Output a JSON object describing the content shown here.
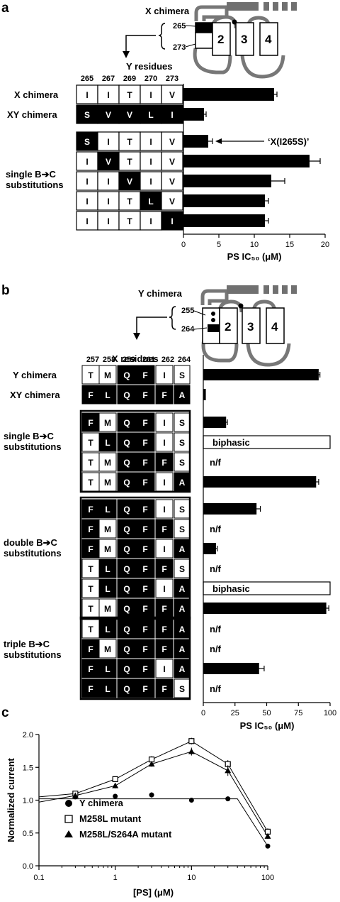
{
  "panels": {
    "a": "a",
    "b": "b",
    "c": "c"
  },
  "diagram_a": {
    "title": "X chimera",
    "residue_top": "265",
    "residue_bottom": "273",
    "domains": [
      "2",
      "3",
      "4"
    ],
    "arrow_label": "Y residues"
  },
  "diagram_b": {
    "title": "Y chimera",
    "residue_top": "255",
    "residue_bottom": "264",
    "domains": [
      "2",
      "3",
      "4"
    ],
    "arrow_label": "X residues"
  },
  "chart_data": [
    {
      "type": "bar",
      "panel": "a",
      "orientation": "horizontal",
      "residues": [
        "265",
        "267",
        "269",
        "270",
        "273"
      ],
      "rows": [
        {
          "cells": [
            "I",
            "I",
            "T",
            "I",
            "V"
          ],
          "dark": [
            false,
            false,
            false,
            false,
            false
          ],
          "value": 12.8,
          "error": 0.4,
          "note": ""
        },
        {
          "cells": [
            "S",
            "V",
            "V",
            "L",
            "I"
          ],
          "dark": [
            true,
            true,
            true,
            true,
            true
          ],
          "value": 2.9,
          "error": 0.3,
          "note": ""
        },
        {
          "cells": [
            "S",
            "I",
            "T",
            "I",
            "V"
          ],
          "dark": [
            true,
            false,
            false,
            false,
            false
          ],
          "value": 3.5,
          "error": 0.6,
          "note": "‘X(I265S)’"
        },
        {
          "cells": [
            "I",
            "V",
            "T",
            "I",
            "V"
          ],
          "dark": [
            false,
            true,
            false,
            false,
            false
          ],
          "value": 17.8,
          "error": 1.5,
          "note": ""
        },
        {
          "cells": [
            "I",
            "I",
            "V",
            "I",
            "V"
          ],
          "dark": [
            false,
            false,
            true,
            false,
            false
          ],
          "value": 12.4,
          "error": 1.9,
          "note": ""
        },
        {
          "cells": [
            "I",
            "I",
            "T",
            "L",
            "V"
          ],
          "dark": [
            false,
            false,
            false,
            true,
            false
          ],
          "value": 11.5,
          "error": 0.5,
          "note": ""
        },
        {
          "cells": [
            "I",
            "I",
            "T",
            "I",
            "I"
          ],
          "dark": [
            false,
            false,
            false,
            false,
            true
          ],
          "value": 11.5,
          "error": 0.5,
          "note": ""
        }
      ],
      "row_labels": [
        "X chimera",
        "XY chimera",
        "single B➔C",
        "substitutions"
      ],
      "xlabel": "PS IC₅₀ (μM)",
      "xlim": [
        0,
        20
      ],
      "xticks": [
        "0",
        "5",
        "10",
        "15",
        "20"
      ]
    },
    {
      "type": "bar",
      "panel": "b",
      "orientation": "horizontal",
      "residues": [
        "257",
        "258",
        "259",
        "261",
        "262",
        "264"
      ],
      "rows": [
        {
          "cells": [
            "T",
            "M",
            "Q",
            "F",
            "I",
            "S"
          ],
          "dark": [
            false,
            false,
            true,
            true,
            false,
            false
          ],
          "value": 91,
          "error": 1,
          "note": ""
        },
        {
          "cells": [
            "F",
            "L",
            "Q",
            "F",
            "F",
            "A"
          ],
          "dark": [
            true,
            true,
            true,
            true,
            true,
            true
          ],
          "value": 2,
          "error": 0,
          "note": ""
        },
        {
          "cells": [
            "F",
            "M",
            "Q",
            "F",
            "I",
            "S"
          ],
          "dark": [
            true,
            false,
            true,
            true,
            false,
            false
          ],
          "value": 18,
          "error": 1,
          "note": ""
        },
        {
          "cells": [
            "T",
            "L",
            "Q",
            "F",
            "I",
            "S"
          ],
          "dark": [
            false,
            true,
            true,
            true,
            false,
            false
          ],
          "value": null,
          "error": null,
          "note": "biphasic"
        },
        {
          "cells": [
            "T",
            "M",
            "Q",
            "F",
            "F",
            "S"
          ],
          "dark": [
            false,
            false,
            true,
            true,
            true,
            false
          ],
          "value": null,
          "error": null,
          "note": "n/f"
        },
        {
          "cells": [
            "T",
            "M",
            "Q",
            "F",
            "I",
            "A"
          ],
          "dark": [
            false,
            false,
            true,
            true,
            false,
            true
          ],
          "value": 89,
          "error": 2,
          "note": ""
        },
        {
          "cells": [
            "F",
            "L",
            "Q",
            "F",
            "I",
            "S"
          ],
          "dark": [
            true,
            true,
            true,
            true,
            false,
            false
          ],
          "value": 42,
          "error": 3,
          "note": ""
        },
        {
          "cells": [
            "F",
            "M",
            "Q",
            "F",
            "F",
            "S"
          ],
          "dark": [
            true,
            false,
            true,
            true,
            true,
            false
          ],
          "value": null,
          "error": null,
          "note": "n/f"
        },
        {
          "cells": [
            "F",
            "M",
            "Q",
            "F",
            "I",
            "A"
          ],
          "dark": [
            true,
            false,
            true,
            true,
            false,
            true
          ],
          "value": 10,
          "error": 1,
          "note": ""
        },
        {
          "cells": [
            "T",
            "L",
            "Q",
            "F",
            "F",
            "S"
          ],
          "dark": [
            false,
            true,
            true,
            true,
            true,
            false
          ],
          "value": null,
          "error": null,
          "note": "n/f"
        },
        {
          "cells": [
            "T",
            "L",
            "Q",
            "F",
            "I",
            "A"
          ],
          "dark": [
            false,
            true,
            true,
            true,
            false,
            true
          ],
          "value": null,
          "error": null,
          "note": "biphasic"
        },
        {
          "cells": [
            "T",
            "M",
            "Q",
            "F",
            "F",
            "A"
          ],
          "dark": [
            false,
            false,
            true,
            true,
            true,
            true
          ],
          "value": 97,
          "error": 2,
          "note": ""
        },
        {
          "cells": [
            "T",
            "L",
            "Q",
            "F",
            "F",
            "A"
          ],
          "dark": [
            false,
            true,
            true,
            true,
            true,
            true
          ],
          "value": null,
          "error": null,
          "note": "n/f"
        },
        {
          "cells": [
            "F",
            "M",
            "Q",
            "F",
            "F",
            "A"
          ],
          "dark": [
            true,
            false,
            true,
            true,
            true,
            true
          ],
          "value": null,
          "error": null,
          "note": "n/f"
        },
        {
          "cells": [
            "F",
            "L",
            "Q",
            "F",
            "I",
            "A"
          ],
          "dark": [
            true,
            true,
            true,
            true,
            false,
            true
          ],
          "value": 44,
          "error": 4,
          "note": ""
        },
        {
          "cells": [
            "F",
            "L",
            "Q",
            "F",
            "F",
            "S"
          ],
          "dark": [
            true,
            true,
            true,
            true,
            true,
            false
          ],
          "value": null,
          "error": null,
          "note": "n/f"
        }
      ],
      "row_labels": [
        "Y chimera",
        "XY chimera",
        "single B➔C",
        "substitutions",
        "double B➔C",
        "substitutions",
        "triple B➔C",
        "substitutions"
      ],
      "xlabel": "PS IC₅₀ (μM)",
      "xlim": [
        0,
        100
      ],
      "xticks": [
        "0",
        "25",
        "50",
        "75",
        "100"
      ]
    },
    {
      "type": "scatter",
      "panel": "c",
      "x_scale": "log",
      "xlabel": "[PS] (μM)",
      "ylabel": "Normalized current",
      "xlim": [
        0.1,
        100
      ],
      "ylim": [
        0,
        2.0
      ],
      "xticks": [
        "0.1",
        "1",
        "10",
        "100"
      ],
      "yticks": [
        "0.0",
        "0.5",
        "1.0",
        "1.5",
        "2.0"
      ],
      "series": [
        {
          "name": "Y chimera",
          "marker": "circle",
          "x": [
            0.3,
            1,
            3,
            10,
            30,
            100
          ],
          "y": [
            1.05,
            1.06,
            1.08,
            1.0,
            1.02,
            0.3
          ],
          "err": [
            0.02,
            0.02,
            0.04,
            0.02,
            0.02,
            0.03
          ]
        },
        {
          "name": "M258L mutant",
          "marker": "square",
          "x": [
            0.3,
            1,
            3,
            10,
            30,
            100
          ],
          "y": [
            1.1,
            1.32,
            1.62,
            1.9,
            1.55,
            0.52
          ],
          "err": [
            0.03,
            0.04,
            0.05,
            0.05,
            0.06,
            0.05
          ]
        },
        {
          "name": "M258L/S264A mutant",
          "marker": "triangle",
          "x": [
            0.3,
            1,
            3,
            10,
            30,
            100
          ],
          "y": [
            1.07,
            1.22,
            1.55,
            1.74,
            1.45,
            0.45
          ],
          "err": [
            0.03,
            0.04,
            0.04,
            0.06,
            0.08,
            0.04
          ]
        }
      ]
    }
  ]
}
